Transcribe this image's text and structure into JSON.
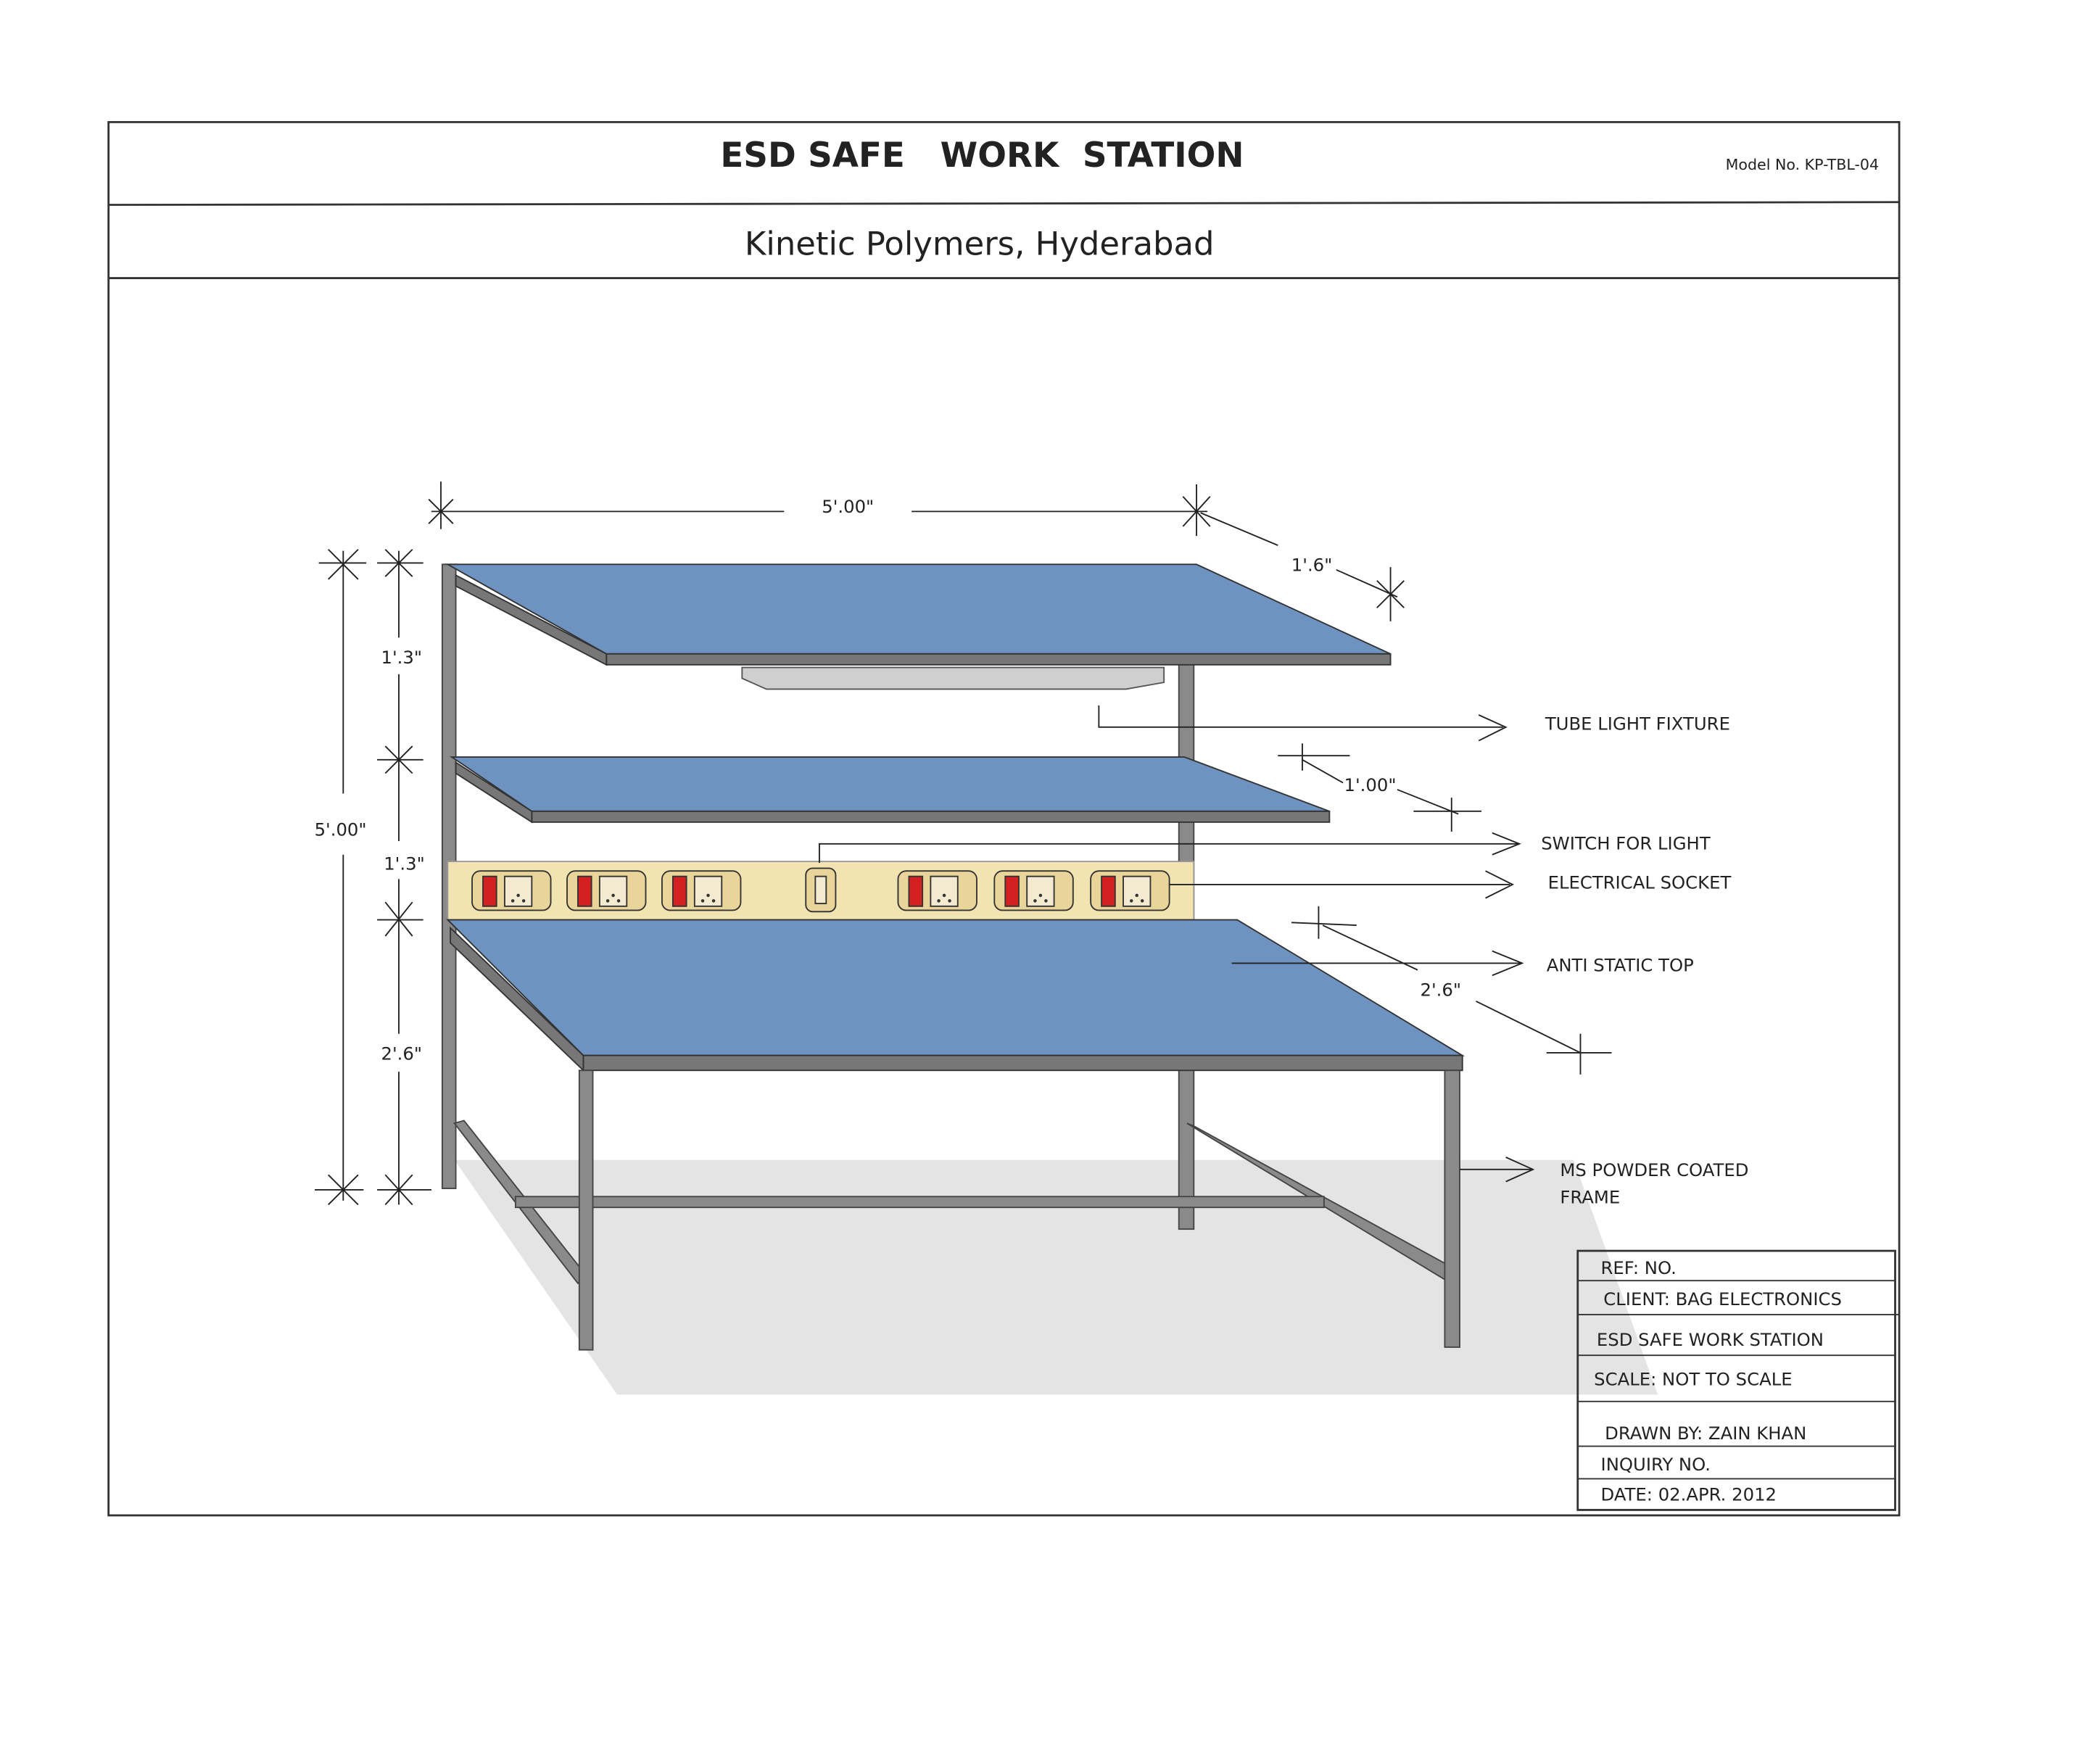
{
  "header": {
    "title": "ESD SAFE   WORK  STATION",
    "model_no": "Model No. KP-TBL-04",
    "company": "Kinetic Polymers, Hyderabad"
  },
  "dimensions": {
    "width": "5'.00\"",
    "depth_top": "1'.6\"",
    "depth_mid": "1'.00\"",
    "depth_bottom": "2'.6\"",
    "total_height": "5'.00\"",
    "h_top": "1'.3\"",
    "h_mid": "1'.3\"",
    "h_bottom": "2'.6\""
  },
  "callouts": {
    "tube_light": "TUBE LIGHT FIXTURE",
    "switch": "SWITCH FOR LIGHT",
    "socket": "ELECTRICAL SOCKET",
    "top": "ANTI STATIC TOP",
    "frame_1": "MS POWDER COATED",
    "frame_2": "FRAME"
  },
  "title_block": [
    "REF: NO.",
    "CLIENT: BAG ELECTRONICS",
    "ESD SAFE WORK STATION",
    "SCALE: NOT TO SCALE",
    "DRAWN BY: ZAIN KHAN",
    "INQUIRY NO.",
    "DATE: 02.APR. 2012"
  ],
  "colors": {
    "top": "#6e93c0",
    "frame": "#8a8a8a",
    "strip": "#f2e4b0",
    "switch_red": "#d42020"
  }
}
